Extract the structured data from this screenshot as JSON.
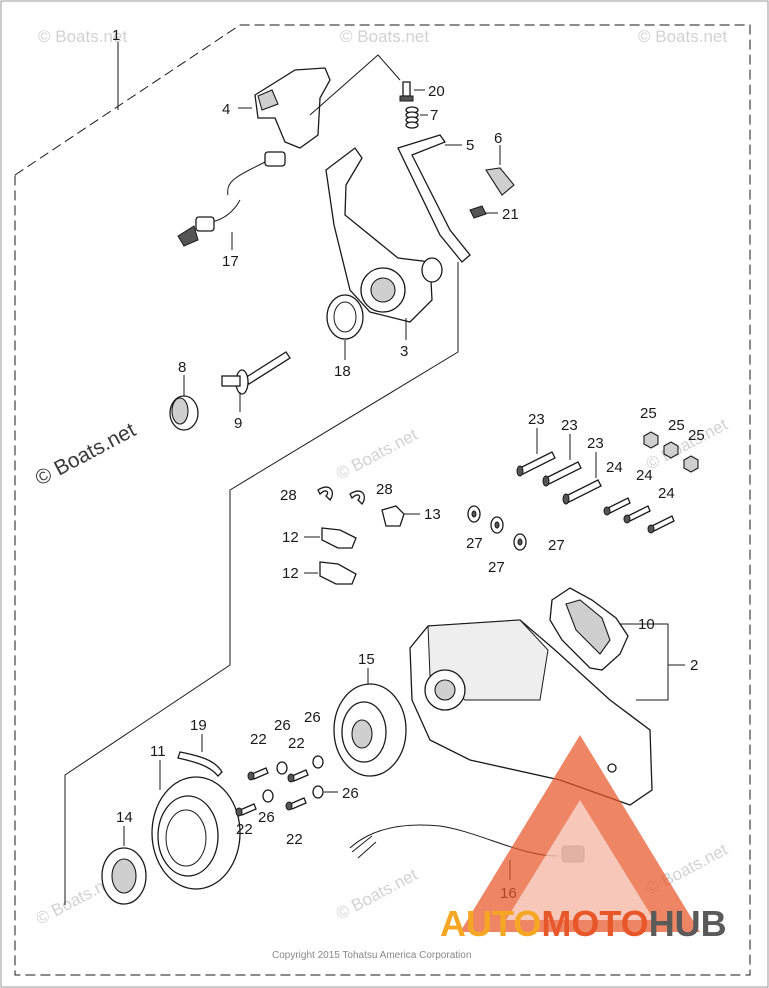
{
  "labels": {
    "p1": "1",
    "p2": "2",
    "p3": "3",
    "p4": "4",
    "p5": "5",
    "p6": "6",
    "p7": "7",
    "p8": "8",
    "p9": "9",
    "p10": "10",
    "p11": "11",
    "p12a": "12",
    "p12b": "12",
    "p13": "13",
    "p14": "14",
    "p15": "15",
    "p16": "16",
    "p17": "17",
    "p18": "18",
    "p19": "19",
    "p20": "20",
    "p21": "21",
    "p22a": "22",
    "p22b": "22",
    "p22c": "22",
    "p22d": "22",
    "p23a": "23",
    "p23b": "23",
    "p23c": "23",
    "p24a": "24",
    "p24b": "24",
    "p24c": "24",
    "p25a": "25",
    "p25b": "25",
    "p25c": "25",
    "p26a": "26",
    "p26b": "26",
    "p26c": "26",
    "p26d": "26",
    "p27a": "27",
    "p27b": "27",
    "p27c": "27",
    "p28a": "28",
    "p28b": "28"
  },
  "watermark": {
    "text": "© Boats.net"
  },
  "logo": {
    "auto": "AUTO",
    "moto": "MOTO",
    "hub": "HUB",
    "colors": {
      "auto": "#f5a623",
      "moto": "#e8572a",
      "hub": "#5a5a5a",
      "triangle": "#e8572a"
    }
  },
  "copyright": "Copyright 2015 Tohatsu America Corporation"
}
